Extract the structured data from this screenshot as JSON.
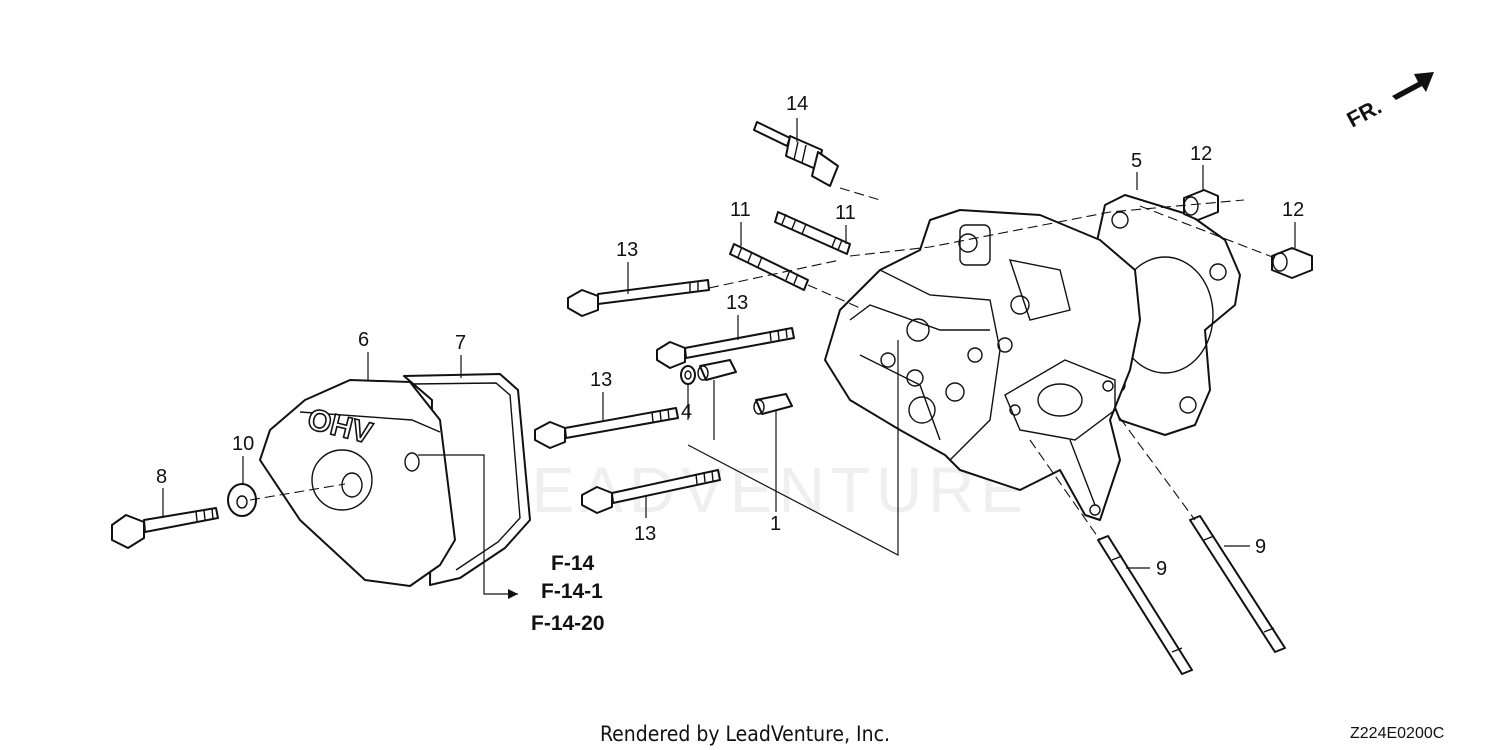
{
  "diagram": {
    "callouts": {
      "c1": "1",
      "c4": "4",
      "c5": "5",
      "c6": "6",
      "c7": "7",
      "c8": "8",
      "c9a": "9",
      "c9b": "9",
      "c10": "10",
      "c11a": "11",
      "c11b": "11",
      "c12a": "12",
      "c12b": "12",
      "c13a": "13",
      "c13b": "13",
      "c13c": "13",
      "c13d": "13",
      "c14": "14"
    },
    "cover_emboss": "OHV",
    "references": [
      "F-14",
      "F-14-1",
      "F-14-20"
    ],
    "direction_label": "FR.",
    "watermark": "LEADVENTURE",
    "footer_credit": "Rendered by LeadVenture, Inc.",
    "diagram_code": "Z224E0200C"
  }
}
